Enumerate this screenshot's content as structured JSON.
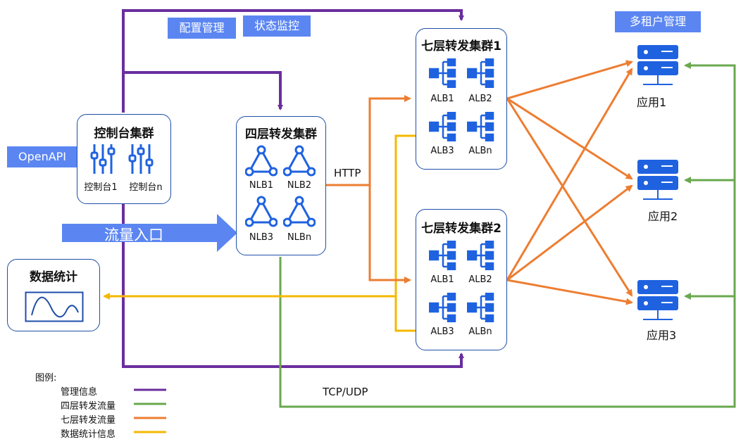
{
  "tags": {
    "config": "配置管理",
    "monitor": "状态监控",
    "tenant": "多租户管理",
    "openapi": "OpenAPI"
  },
  "console": {
    "title": "控制台集群",
    "items": [
      "控制台1",
      "控制台n"
    ]
  },
  "l4": {
    "title": "四层转发集群",
    "items": [
      "NLB1",
      "NLB2",
      "NLB3",
      "NLBn"
    ]
  },
  "l7_1": {
    "title": "七层转发集群1",
    "items": [
      "ALB1",
      "ALB2",
      "ALB3",
      "ALBn"
    ]
  },
  "l7_2": {
    "title": "七层转发集群2",
    "items": [
      "ALB1",
      "ALB2",
      "ALB3",
      "ALBn"
    ]
  },
  "stats": {
    "title": "数据统计"
  },
  "traffic_entry": "流量入口",
  "edges": {
    "http": "HTTP",
    "tcpudp": "TCP/UDP"
  },
  "apps": [
    "应用1",
    "应用2",
    "应用3"
  ],
  "legend": {
    "title": "图例:",
    "items": [
      {
        "label": "管理信息",
        "color": "#6a2e9e"
      },
      {
        "label": "四层转发流量",
        "color": "#6aa84f"
      },
      {
        "label": "七层转发流量",
        "color": "#ed7d31"
      },
      {
        "label": "数据统计信息",
        "color": "#f5b800"
      }
    ]
  },
  "colors": {
    "mgmt": "#6a2e9e",
    "l4": "#6aa84f",
    "l7": "#ed7d31",
    "stats": "#f5b800",
    "icon": "#1f62e0",
    "tag": "#5b86f2"
  }
}
